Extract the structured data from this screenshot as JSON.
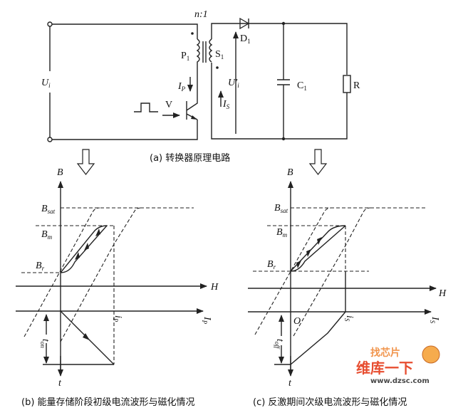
{
  "circuit": {
    "ratio": "n:1",
    "input_voltage": "U",
    "input_voltage_sub": "i",
    "primary": "P",
    "primary_sub": "1",
    "secondary": "S",
    "secondary_sub": "1",
    "diode": "D",
    "diode_sub": "1",
    "capacitor": "C",
    "capacitor_sub": "1",
    "resistor": "R",
    "transistor": "V",
    "primary_current": "I",
    "primary_current_sub": "P",
    "secondary_current": "I",
    "secondary_current_sub": "S",
    "reflected_voltage": "U′",
    "reflected_voltage_sub": "i",
    "caption": "(a) 转换器原理电路"
  },
  "panel_b": {
    "b_axis": "B",
    "h_axis": "H",
    "ip_axis": "I",
    "ip_axis_sub": "P",
    "t_axis": "t",
    "bsat": "B",
    "bsat_sub": "sat",
    "bm": "B",
    "bm_sub": "m",
    "br": "B",
    "br_sub": "r",
    "peak": "i",
    "peak_sub": "P",
    "ton": "t",
    "ton_sub": "on",
    "caption": "(b) 能量存储阶段初级电流波形与磁化情况"
  },
  "panel_c": {
    "b_axis": "B",
    "h_axis": "H",
    "is_axis": "I",
    "is_axis_sub": "S",
    "t_axis": "t",
    "origin": "O",
    "bsat": "B",
    "bsat_sub": "sat",
    "bm": "B",
    "bm_sub": "m",
    "br": "B",
    "br_sub": "r",
    "peak": "i",
    "peak_sub": "S",
    "toff": "t",
    "toff_sub": "off",
    "caption": "(c) 反激期间次级电流波形与磁化情况"
  },
  "watermark": {
    "line1": "找芯片",
    "line2": "维库一下",
    "url": "www.dzsc.com"
  }
}
